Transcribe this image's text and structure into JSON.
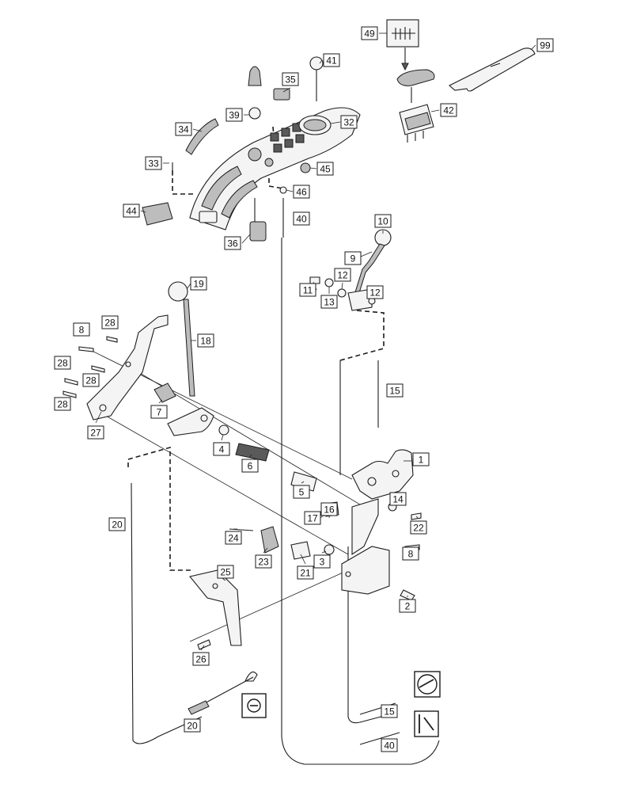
{
  "callouts": {
    "p1": "1",
    "p2": "2",
    "p3": "3",
    "p4": "4",
    "p5": "5",
    "p6": "6",
    "p7": "7",
    "p8a": "8",
    "p8b": "8",
    "p9": "9",
    "p10": "10",
    "p11": "11",
    "p12a": "12",
    "p12b": "12",
    "p13": "13",
    "p14": "14",
    "p15a": "15",
    "p15b": "15",
    "p16": "16",
    "p17": "17",
    "p18": "18",
    "p19": "19",
    "p20a": "20",
    "p20b": "20",
    "p21": "21",
    "p22": "22",
    "p23": "23",
    "p24": "24",
    "p25": "25",
    "p26": "26",
    "p27": "27",
    "p28a": "28",
    "p28b": "28",
    "p28c": "28",
    "p28d": "28",
    "p32": "32",
    "p33": "33",
    "p34": "34",
    "p35": "35",
    "p36": "36",
    "p39": "39",
    "p40a": "40",
    "p40b": "40",
    "p41": "41",
    "p42": "42",
    "p44": "44",
    "p45": "45",
    "p46": "46",
    "p49": "49",
    "p99": "99"
  },
  "icons": {
    "decal_49": "mower-cutting-height-icon",
    "symbol_box_1": "pto-engage-icon",
    "symbol_box_2": "throttle-icon",
    "symbol_box_3": "pto-clutch-icon"
  },
  "colors": {
    "line": "#1c1c1c",
    "background": "#ffffff",
    "part_fill": "#f4f4f4"
  }
}
